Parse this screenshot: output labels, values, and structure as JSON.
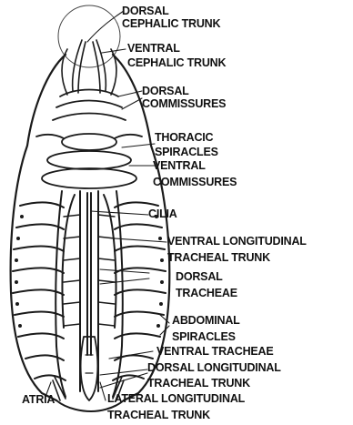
{
  "labels": {
    "dorsal_cephalic_1": "DORSAL",
    "dorsal_cephalic_2": "CEPHALIC TRUNK",
    "ventral_cephalic_1": "VENTRAL",
    "ventral_cephalic_2": "CEPHALIC TRUNK",
    "dorsal_commissures_1": "DORSAL",
    "dorsal_commissures_2": "COMMISSURES",
    "thoracic_spiracles_1": "THORACIC",
    "thoracic_spiracles_2": "SPIRACLES",
    "ventral_commissures_1": "VENTRAL",
    "ventral_commissures_2": "COMMISSURES",
    "cilia": "CILIA",
    "ventral_longitudinal_1": "VENTRAL LONGITUDINAL",
    "ventral_longitudinal_2": "TRACHEAL TRUNK",
    "dorsal_tracheae_1": "DORSAL",
    "dorsal_tracheae_2": "TRACHEAE",
    "abdominal_spiracles_1": "ABDOMINAL",
    "abdominal_spiracles_2": "SPIRACLES",
    "ventral_tracheae": "VENTRAL TRACHEAE",
    "dorsal_longitudinal_1": "DORSAL LONGITUDINAL",
    "dorsal_longitudinal_2": "TRACHEAL TRUNK",
    "atria": "ATRIA",
    "lateral_longitudinal_1": "LATERAL LONGITUDINAL",
    "lateral_longitudinal_2": "TRACHEAL TRUNK"
  }
}
